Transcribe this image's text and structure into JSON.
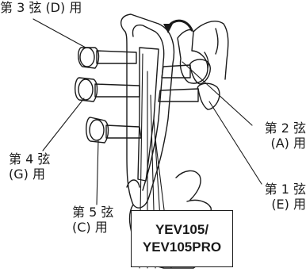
{
  "labels": {
    "string3": {
      "line1": "第 3 弦 (D) 用"
    },
    "string2": {
      "line1": "第 2 弦",
      "line2": "(A) 用"
    },
    "string1": {
      "line1": "第 1 弦",
      "line2": "(E) 用"
    },
    "string4": {
      "line1": "第 4 弦",
      "line2": "(G) 用"
    },
    "string5": {
      "line1": "第 5 弦",
      "line2": "(C) 用"
    }
  },
  "model_box": {
    "line1": "YEV105/",
    "line2": "YEV105PRO"
  },
  "icons": {
    "rotation_arrow": "curved-arrow-icon"
  },
  "colors": {
    "ink": "#1a1a1a",
    "background": "#ffffff"
  }
}
